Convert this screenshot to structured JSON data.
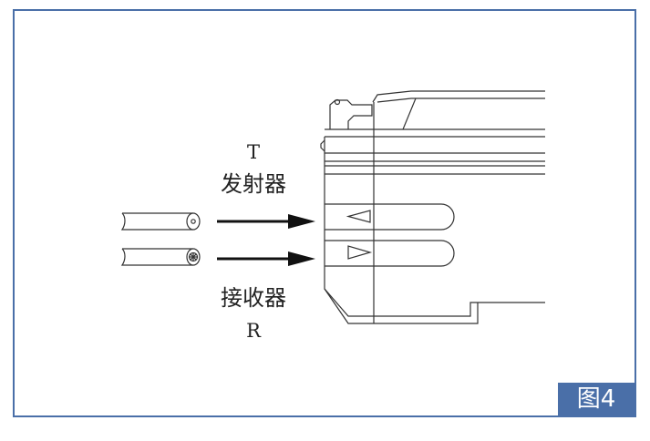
{
  "figure": {
    "label": "图4"
  },
  "transmitter": {
    "letter": "T",
    "name": "发射器"
  },
  "receiver": {
    "name": "接收器",
    "letter": "R"
  },
  "colors": {
    "frame": "#4a6fa8",
    "line": "#333333",
    "badge_text": "#ffffff"
  }
}
